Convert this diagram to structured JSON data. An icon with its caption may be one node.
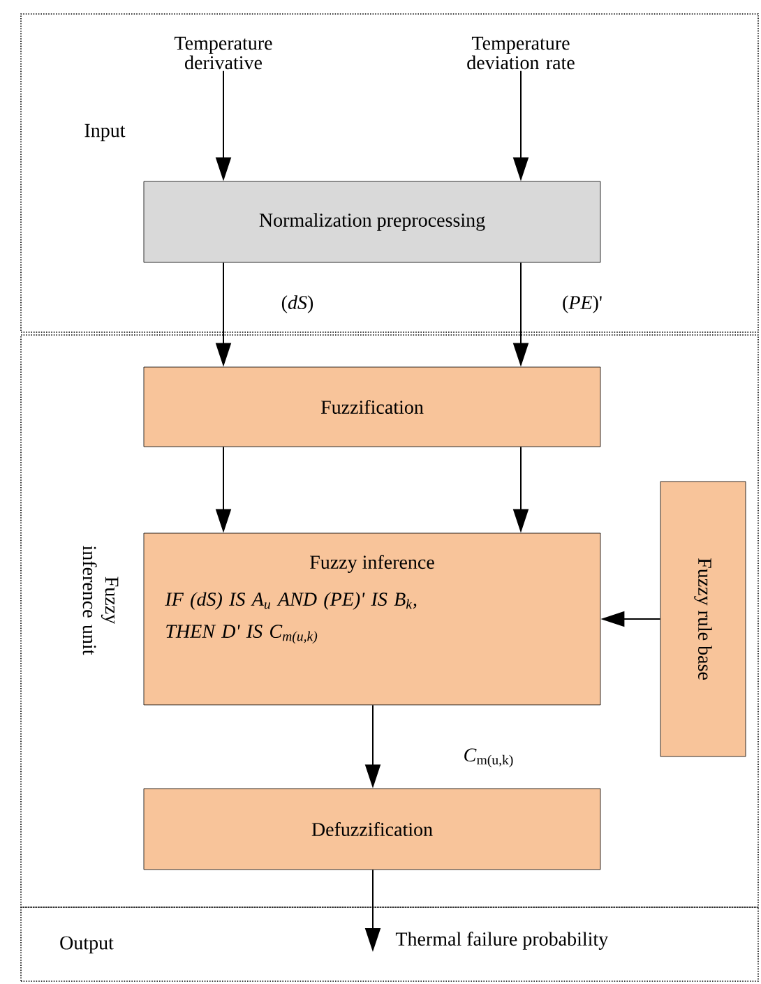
{
  "diagram": {
    "nodes": [
      {
        "text": [
          "Input"
        ]
      },
      {
        "text": [
          "Temperature derivative"
        ],
        "in": 0
      },
      {
        "text": [
          "Temperature deviation rate"
        ],
        "in": 0
      },
      {
        "text": [
          "Normalization preprocessing"
        ],
        "in": 0
      },
      {
        "text": [
          "Fuzzy inference unit"
        ]
      },
      {
        "text": [
          "Fuzzification"
        ],
        "in": 4
      },
      {
        "text": [
          "Fuzzy inference",
          "IF (dS) IS A$_{u}$ AND (PE)' IS B$_{k}$, THEN D' IS C$_{m(u,k)}$"
        ],
        "in": 4
      },
      {
        "text": [
          "Fuzzy rule base"
        ],
        "in": 4
      },
      {
        "text": [
          "Defuzzification"
        ],
        "in": 4
      },
      {
        "text": [
          "Output"
        ]
      },
      {
        "text": [
          "Thermal failure probability"
        ],
        "in": 9
      }
    ],
    "edges": [
      {
        "from": 1,
        "to": 3,
        "arrow": "to"
      },
      {
        "from": 2,
        "to": 3,
        "arrow": "to"
      },
      {
        "from": 3,
        "to": 5,
        "arrow": "to",
        "label": "(*dS*)"
      },
      {
        "from": 3,
        "to": 5,
        "arrow": "to",
        "label": "(*PE*)'"
      },
      {
        "from": 5,
        "to": 6,
        "arrow": "to"
      },
      {
        "from": 5,
        "to": 6,
        "arrow": "to"
      },
      {
        "from": 7,
        "to": 6,
        "arrow": "to"
      },
      {
        "from": 6,
        "to": 8,
        "arrow": "to",
        "label": "*C*$_{m(u,k)}$"
      },
      {
        "from": 8,
        "to": 10,
        "arrow": "to"
      }
    ]
  }
}
